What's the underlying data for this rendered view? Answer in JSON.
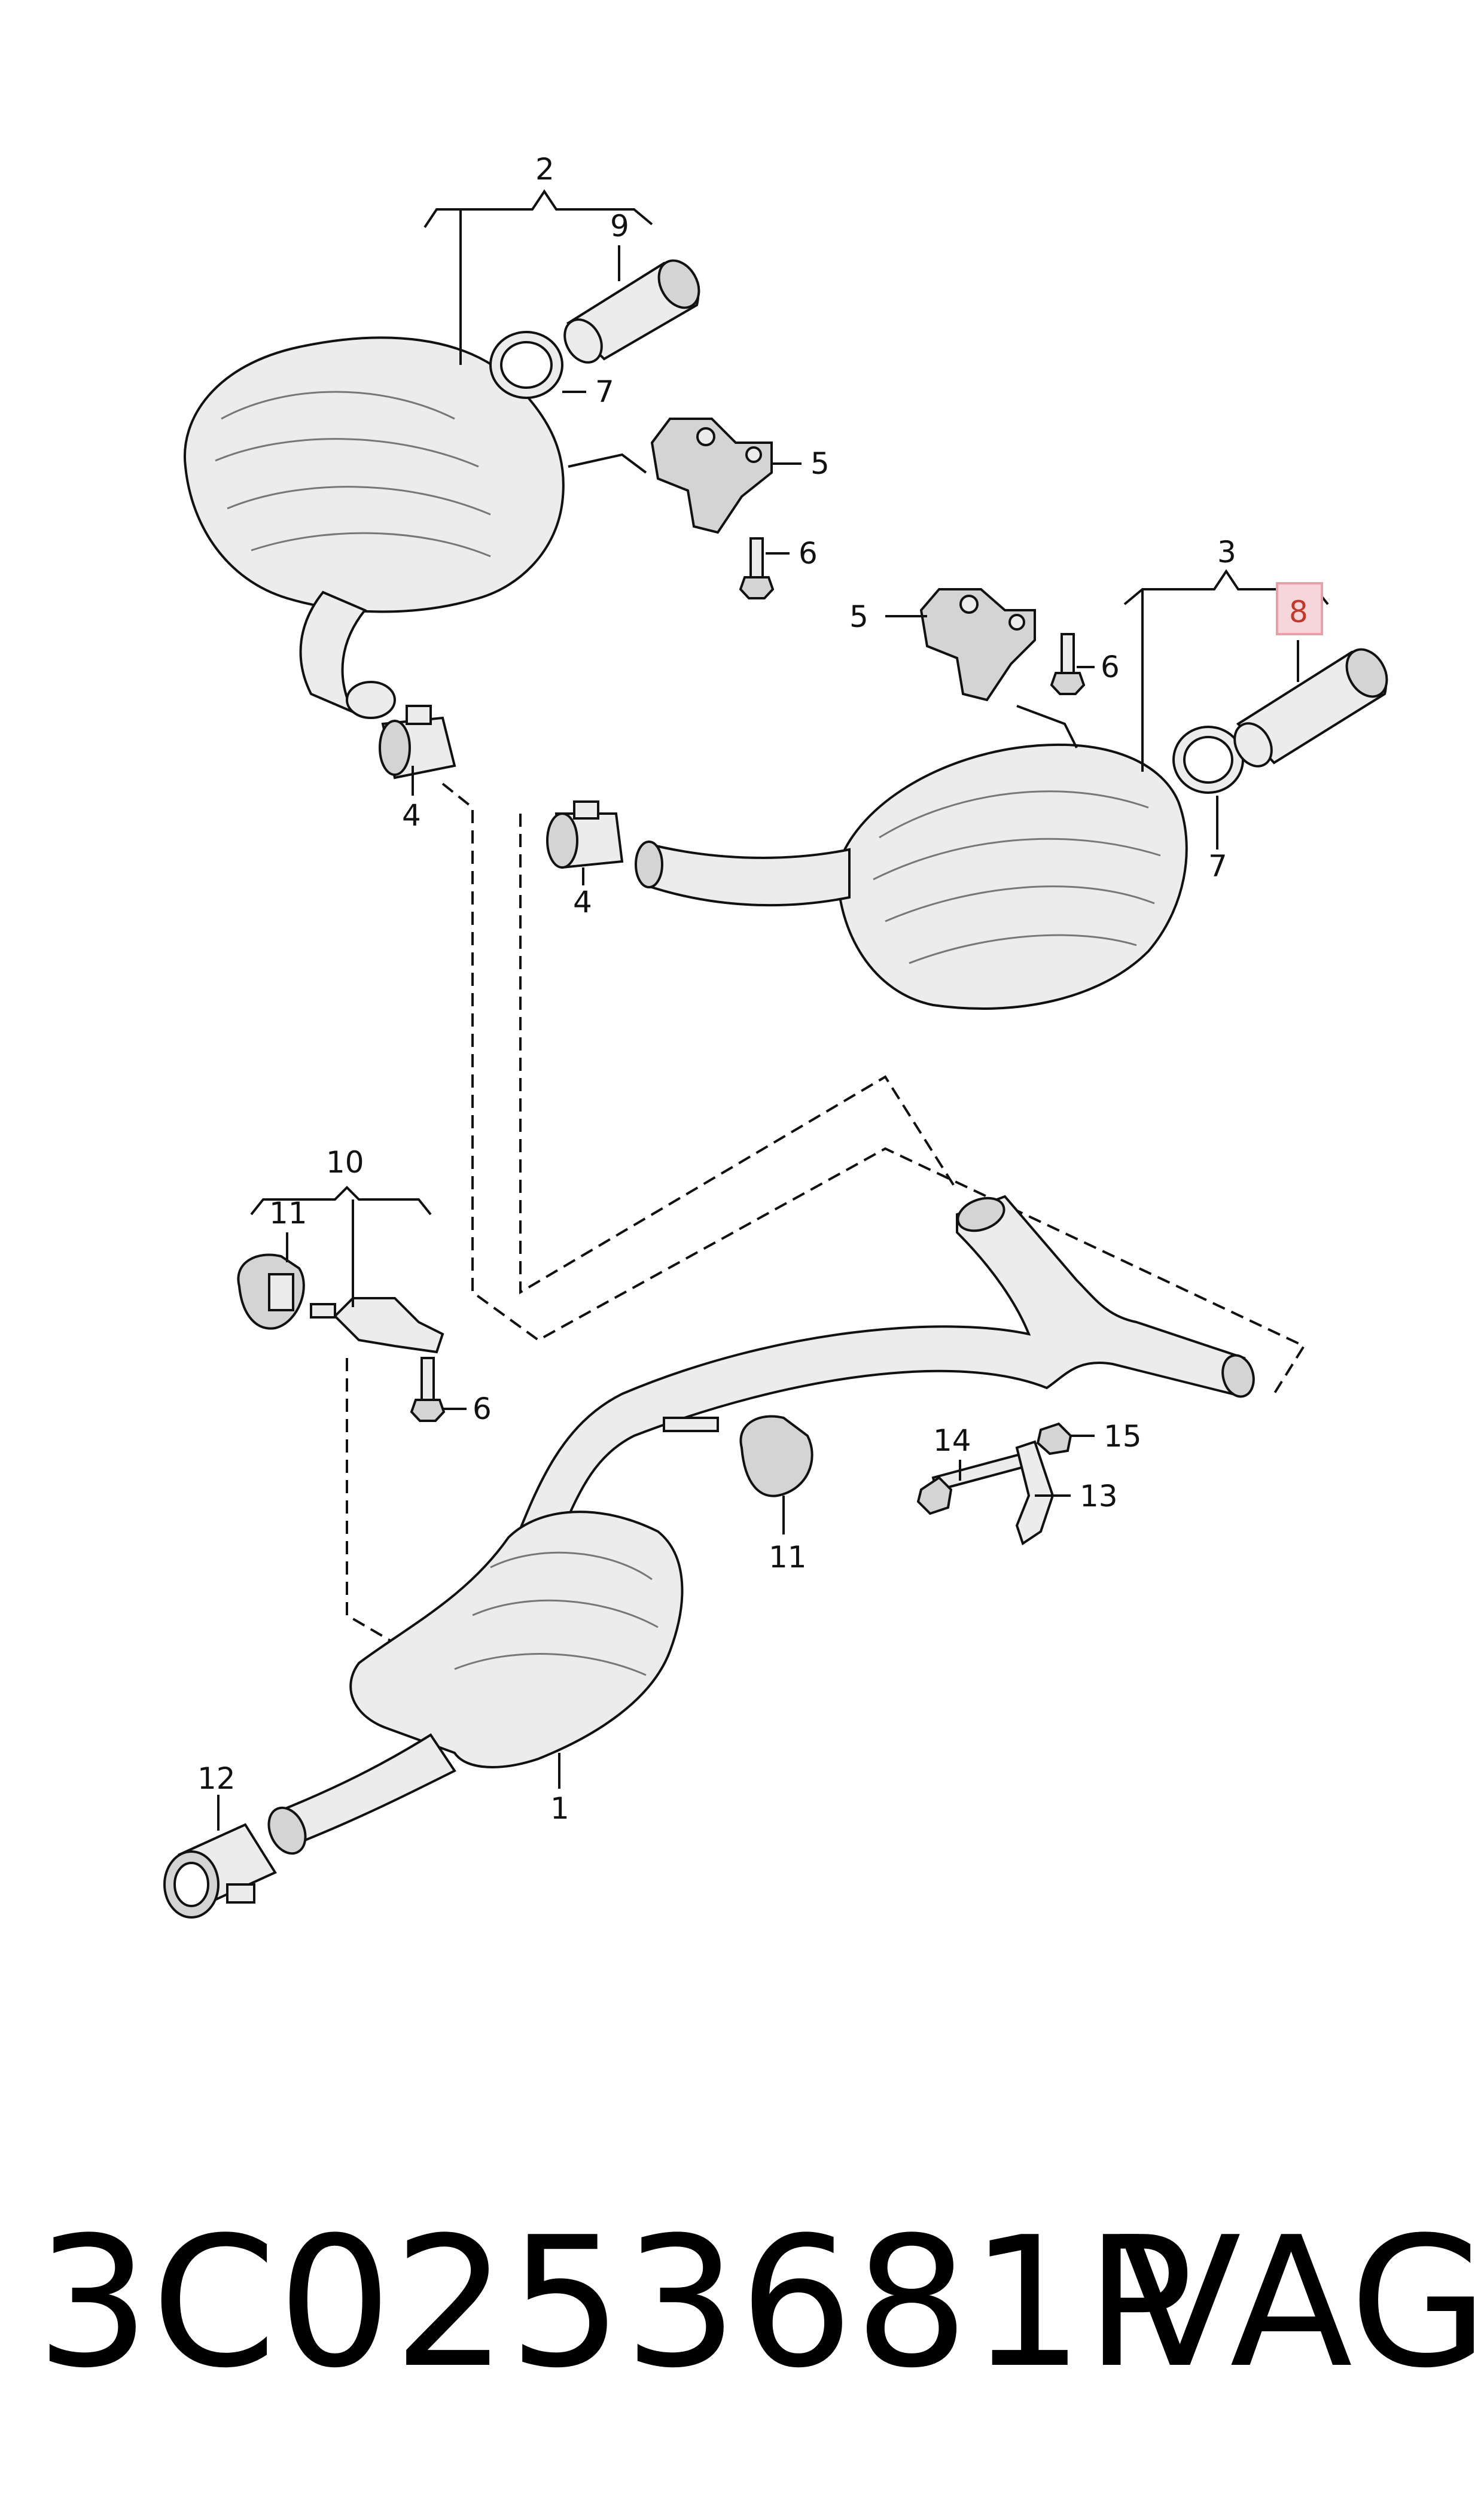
{
  "callouts": {
    "c1": "1",
    "c2": "2",
    "c3": "3",
    "c4a": "4",
    "c4b": "4",
    "c5a": "5",
    "c5b": "5",
    "c6a": "6",
    "c6b": "6",
    "c6c": "6",
    "c7a": "7",
    "c7b": "7",
    "c8": "8",
    "c9": "9",
    "c10": "10",
    "c11a": "11",
    "c11b": "11",
    "c12": "12",
    "c13": "13",
    "c14": "14",
    "c15": "15"
  },
  "highlighted_callout": "8",
  "highlight_color": "#e8a0a8",
  "footer": {
    "part_number": "3C0253681P",
    "brand": "VAG"
  }
}
